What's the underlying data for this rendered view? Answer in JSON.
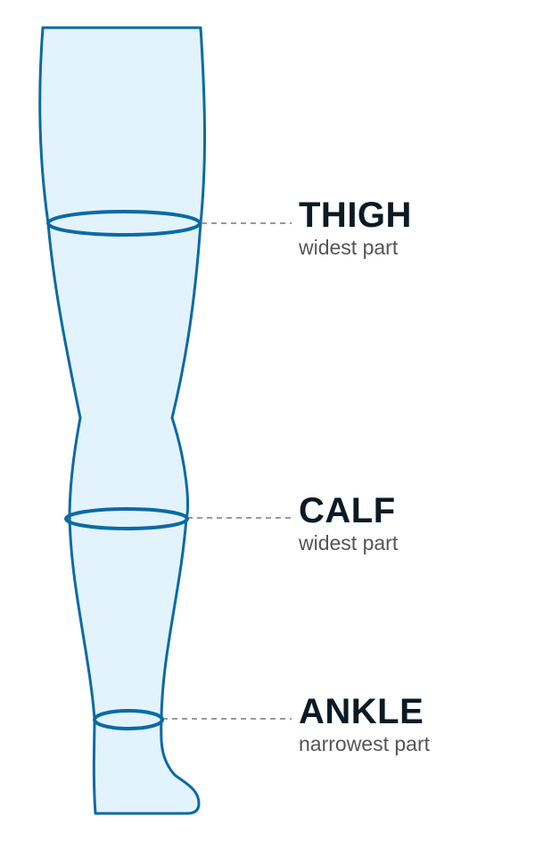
{
  "colors": {
    "outline": "#0a6aa6",
    "fill": "#e3f3fd",
    "leader": "#9a9a9a",
    "title": "#0b1a24",
    "subtitle": "#555555"
  },
  "measurements": [
    {
      "id": "thigh",
      "title": "THIGH",
      "subtitle": "widest part"
    },
    {
      "id": "calf",
      "title": "CALF",
      "subtitle": "widest part"
    },
    {
      "id": "ankle",
      "title": "ANKLE",
      "subtitle": "narrowest part"
    }
  ]
}
